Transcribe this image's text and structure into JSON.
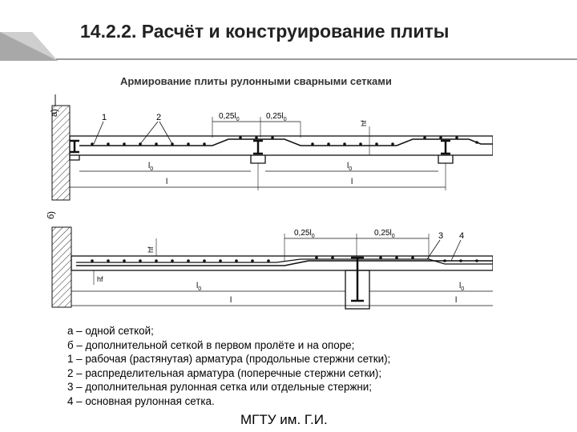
{
  "page": {
    "title": "14.2.2. Расчёт и конструирование плиты",
    "subtitle": "Армирование плиты рулонными сварными сетками",
    "footer": "МГТУ им. Г.И."
  },
  "drawing_a": {
    "label": "а)",
    "mark_1": "1",
    "mark_2": "2",
    "dim_left": "0,25l",
    "dim_right": "0,25l",
    "dim_sub": "0",
    "hf": "hf",
    "l0_left": "l",
    "l0_right": "l",
    "l_left": "l",
    "l_right": "l",
    "l0_sub": "0"
  },
  "drawing_b": {
    "label": "б)",
    "hf_top": "hf",
    "hf_side": "hf",
    "mark_3": "3",
    "mark_4": "4",
    "dim_left": "0,25l",
    "dim_right": "0,25l",
    "dim_sub": "0",
    "l0_left": "l",
    "l0_right": "l",
    "l_left": "l",
    "l_right": "l",
    "l0_sub": "0"
  },
  "legend": [
    "а – одной сеткой;",
    "б – дополнительной сеткой в первом пролёте и на опоре;",
    "1 – рабочая (растянутая) арматура (продольные стержни сетки);",
    "2 – распределительная арматура (поперечные стержни сетки);",
    "3 – дополнительная рулонная сетка или отдельные стержни;",
    "4 – основная рулонная сетка."
  ],
  "colors": {
    "accent": "#9a9a9a",
    "line": "#111111"
  }
}
